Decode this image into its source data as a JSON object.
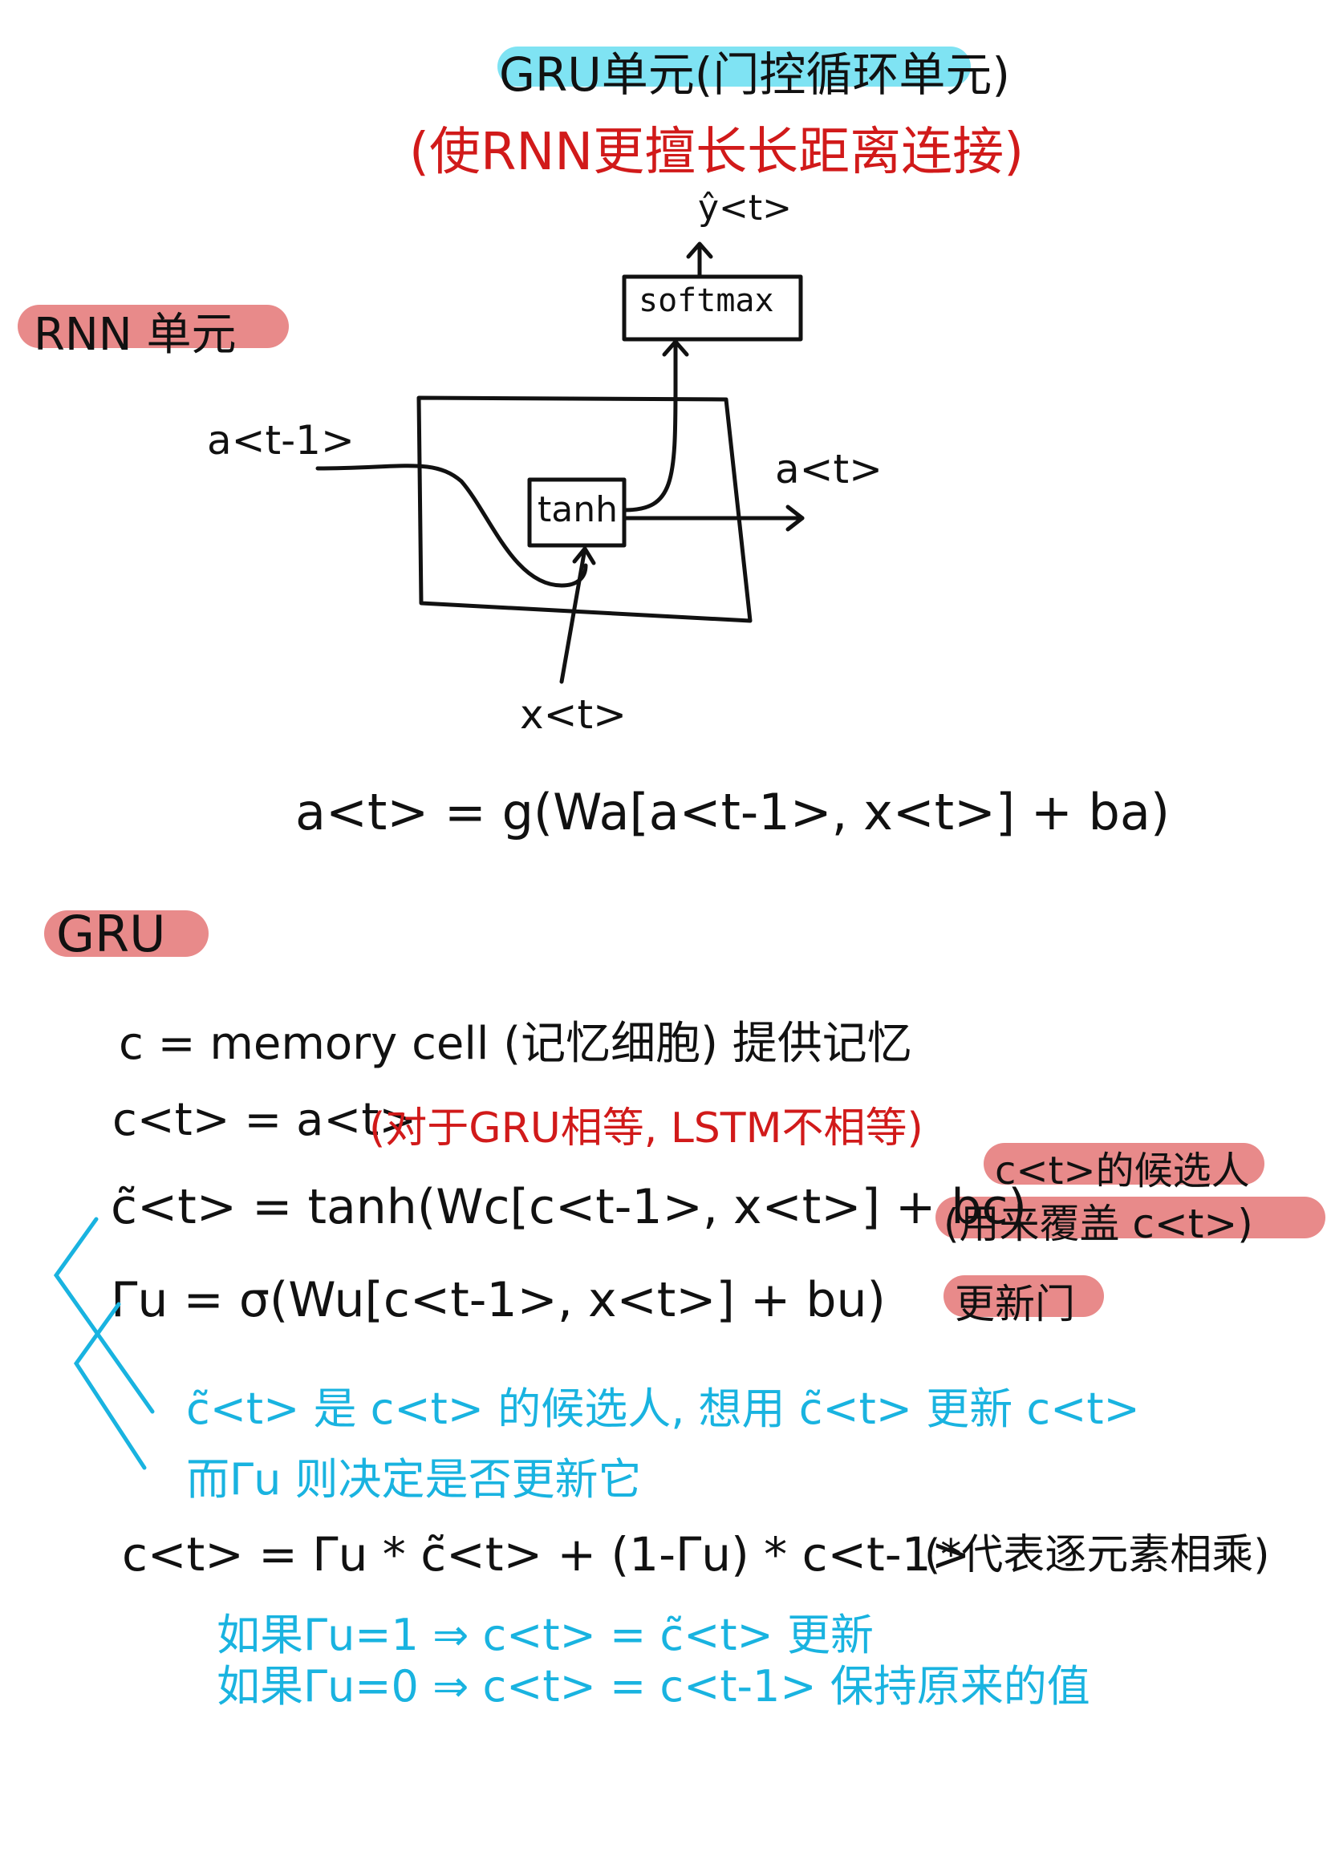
{
  "header": {
    "title": "GRU单元(门控循环单元)",
    "subtitle": "(使RNN更擅长长距离连接)"
  },
  "rnn": {
    "section_label": "RNN 单元",
    "label_prev": "a<t-1>",
    "label_next": "a<t>",
    "label_x": "x<t>",
    "label_y": "ŷ<t>",
    "box_softmax": "softmax",
    "box_tanh": "tanh",
    "equation": "a<t> = g(Wa[a<t-1>, x<t>] + ba)"
  },
  "gru": {
    "section_label": "GRU",
    "line1": "c = memory cell (记忆细胞) 提供记忆",
    "line2_math": "c<t> = a<t>",
    "line2_note": "(对于GRU相等, LSTM不相等)",
    "line3": "c̃<t> = tanh(Wc[c<t-1>, x<t>] + bc)",
    "line4": "Γu = σ(Wu[c<t-1>, x<t>] + bu)",
    "side_note1": "c<t>的候选人",
    "side_note2": "(用来覆盖 c<t>)",
    "side_note3": "更新门",
    "blue_note1": "c̃<t> 是 c<t> 的候选人, 想用 c̃<t> 更新 c<t>",
    "blue_note2": "而Γu 则决定是否更新它",
    "line5": "c<t> = Γu * c̃<t> + (1-Γu) * c<t-1>",
    "line5_note": "(*代表逐元素相乘)",
    "blue_note3": "如果Γu=1 ⇒ c<t> = c̃<t>  更新",
    "blue_note4": "如果Γu=0 ⇒ c<t> = c<t-1>  保持原来的值"
  },
  "colors": {
    "cyan_highlight": "#7fe3f3",
    "red_highlight": "#e88a8a",
    "red_text": "#d11a1a",
    "blue_text": "#19b3e0"
  }
}
